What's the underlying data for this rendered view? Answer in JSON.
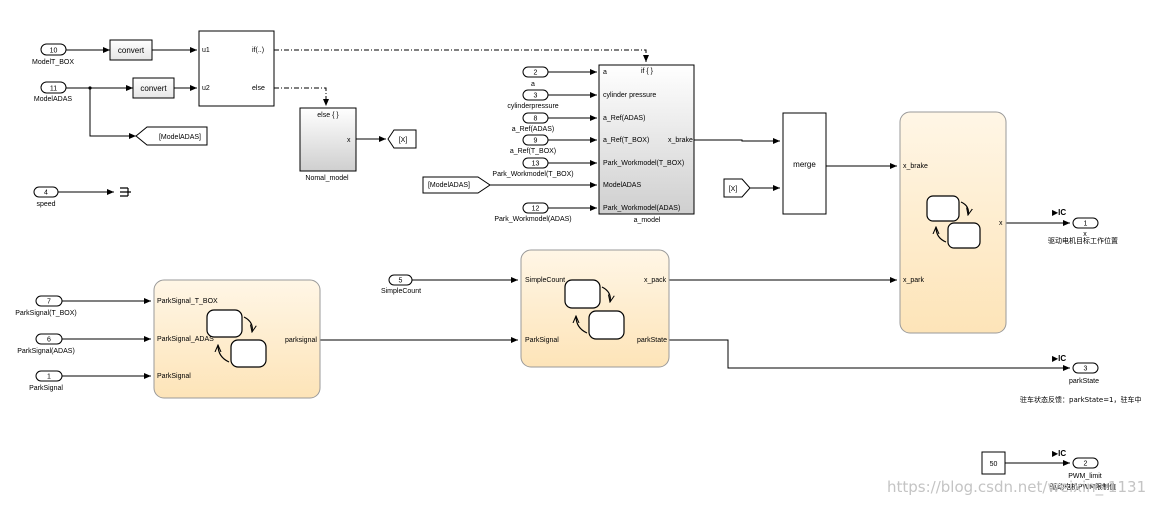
{
  "inports": {
    "modelTBox": {
      "num": "10",
      "name": "ModelT_BOX"
    },
    "modelAdas": {
      "num": "11",
      "name": "ModelADAS"
    },
    "speed": {
      "num": "4",
      "name": "speed"
    },
    "a": {
      "num": "2",
      "name": "a"
    },
    "cyl": {
      "num": "3",
      "name": "cylinderpressure"
    },
    "aRefAdas": {
      "num": "8",
      "name": "a_Ref(ADAS)"
    },
    "aRefTBox": {
      "num": "9",
      "name": "a_Ref(T_BOX)"
    },
    "parkWmTBox": {
      "num": "13",
      "name": "Park_Workmodel(T_BOX)"
    },
    "parkWmAdas": {
      "num": "12",
      "name": "Park_Workmodel(ADAS)"
    },
    "simpleCount": {
      "num": "5",
      "name": "SimpleCount"
    },
    "parkSigTBox": {
      "num": "7",
      "name": "ParkSignal(T_BOX)"
    },
    "parkSigAdas": {
      "num": "6",
      "name": "ParkSignal(ADAS)"
    },
    "parkSig": {
      "num": "1",
      "name": "ParkSignal"
    }
  },
  "outports": {
    "x": {
      "num": "1",
      "name": "x",
      "desc": "驱动电机目标工作位置"
    },
    "parkState": {
      "num": "3",
      "name": "parkState",
      "desc": "驻车状态反馈：parkState=1，驻车中"
    },
    "pwm": {
      "num": "2",
      "name": "PWM_limit",
      "desc": "驱动电机PWM限制值"
    }
  },
  "ic_label": "IC",
  "blocks": {
    "convert": "convert",
    "ifBlock": {
      "u1": "u1",
      "u2": "u2",
      "if": "if(..)",
      "else": "else"
    },
    "gotoModelAdas": "[ModelADAS]",
    "fromModelAdas": "[ModelADAS]",
    "normal": {
      "trigger": "else { }",
      "out": "x",
      "name": "Nomal_model"
    },
    "gotoX": "[X]",
    "fromX": "[X]",
    "aModel": {
      "trigger": "if { }",
      "ports": [
        "a",
        "cylinder pressure",
        "a_Ref(ADAS)",
        "a_Ref(T_BOX)",
        "Park_Workmodel(T_BOX)",
        "ModelADAS",
        "Park_Workmodel(ADAS)"
      ],
      "out": "x_brake",
      "name": "a_model"
    },
    "merge": "merge",
    "chartX": {
      "in1": "x_brake",
      "in2": "x_park",
      "out": "x"
    },
    "chartPark": {
      "in1": "SimpleCount",
      "in2": "ParkSignal",
      "out1": "x_pack",
      "out2": "parkState"
    },
    "chartSignal": {
      "in1": "ParkSignal_T_BOX",
      "in2": "ParkSignal_ADAS",
      "in3": "ParkSignal",
      "out": "parksignal"
    },
    "constant": "50"
  },
  "watermark": "https://blog.csdn.net/weixin_    1131"
}
